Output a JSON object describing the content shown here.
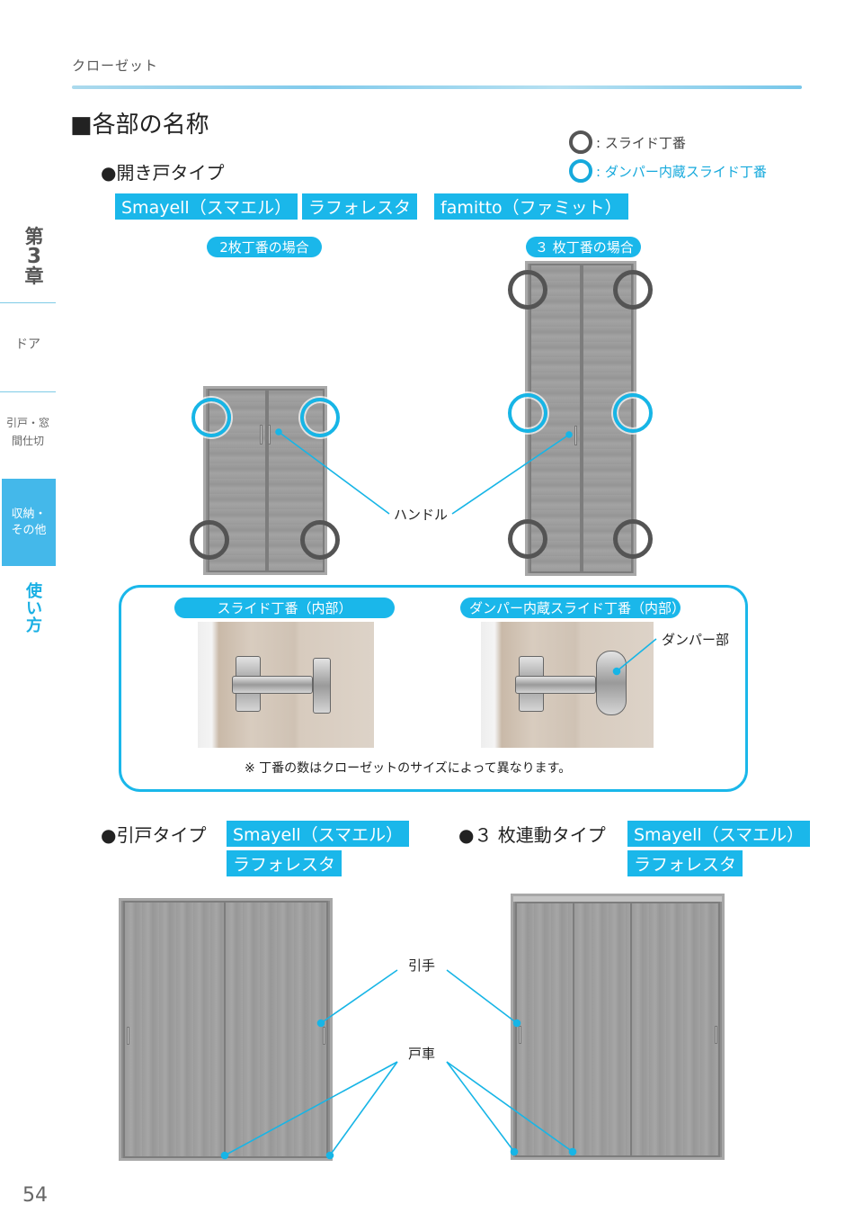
{
  "header": {
    "running_head": "クローゼット"
  },
  "section": {
    "title": "■各部の名称"
  },
  "legend": {
    "slide_hinge": ": スライド丁番",
    "damper_hinge": ": ダンパー内蔵スライド丁番",
    "slide_color": "#555555",
    "damper_color": "#16a9dc"
  },
  "hinged_door": {
    "title": "●開き戸タイプ",
    "tags": [
      "Smayell（スマエル）",
      "ラフォレスタ",
      "famitto（ファミット）"
    ],
    "case_two": "2枚丁番の場合",
    "case_three": "３ 枚丁番の場合",
    "handle_label": "ハンドル"
  },
  "hinge_detail": {
    "slide_title": "スライド丁番（内部）",
    "damper_title": "ダンパー内蔵スライド丁番（内部）",
    "damper_part": "ダンパー部",
    "note": "※ 丁番の数はクローゼットのサイズによって異なります。"
  },
  "sliding_door": {
    "title": "●引戸タイプ",
    "tags": [
      "Smayell（スマエル）",
      "ラフォレスタ"
    ]
  },
  "three_sync": {
    "title": "●３ 枚連動タイプ",
    "tags": [
      "Smayell（スマエル）",
      "ラフォレスタ"
    ]
  },
  "sliding_labels": {
    "pull": "引手",
    "roller": "戸車"
  },
  "sidebar": {
    "chapter": [
      "第",
      "3",
      "章"
    ],
    "items": [
      "ドア",
      "引戸・窓",
      "間仕切",
      "収納・",
      "その他"
    ],
    "usage": [
      "使",
      "い",
      "方"
    ]
  },
  "footer": {
    "page_number": "54"
  },
  "colors": {
    "accent": "#1ab7ea",
    "text": "#222222"
  }
}
